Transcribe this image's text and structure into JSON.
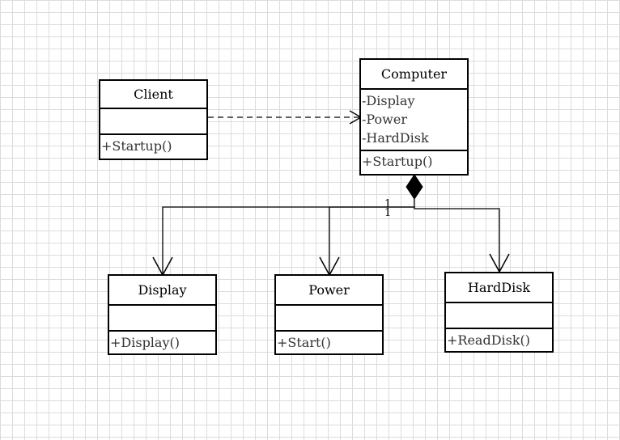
{
  "classes": {
    "client": {
      "name": "Client",
      "attributes": [],
      "operations": [
        "+Startup()"
      ]
    },
    "computer": {
      "name": "Computer",
      "attributes": [
        "-Display",
        "-Power",
        "-HardDisk"
      ],
      "operations": [
        "+Startup()"
      ]
    },
    "display": {
      "name": "Display",
      "attributes": [],
      "operations": [
        "+Display()"
      ]
    },
    "power": {
      "name": "Power",
      "attributes": [],
      "operations": [
        "+Start()"
      ]
    },
    "harddisk": {
      "name": "HardDisk",
      "attributes": [],
      "operations": [
        "+ReadDisk()"
      ]
    }
  },
  "relationships": {
    "dependency": {
      "from": "Client",
      "to": "Computer",
      "kind": "dependency"
    },
    "composition": {
      "whole": "Computer",
      "parts": [
        "Display",
        "Power",
        "HardDisk"
      ],
      "kind": "composition"
    }
  },
  "multiplicity": {
    "label_a": "1",
    "label_b": "1"
  }
}
